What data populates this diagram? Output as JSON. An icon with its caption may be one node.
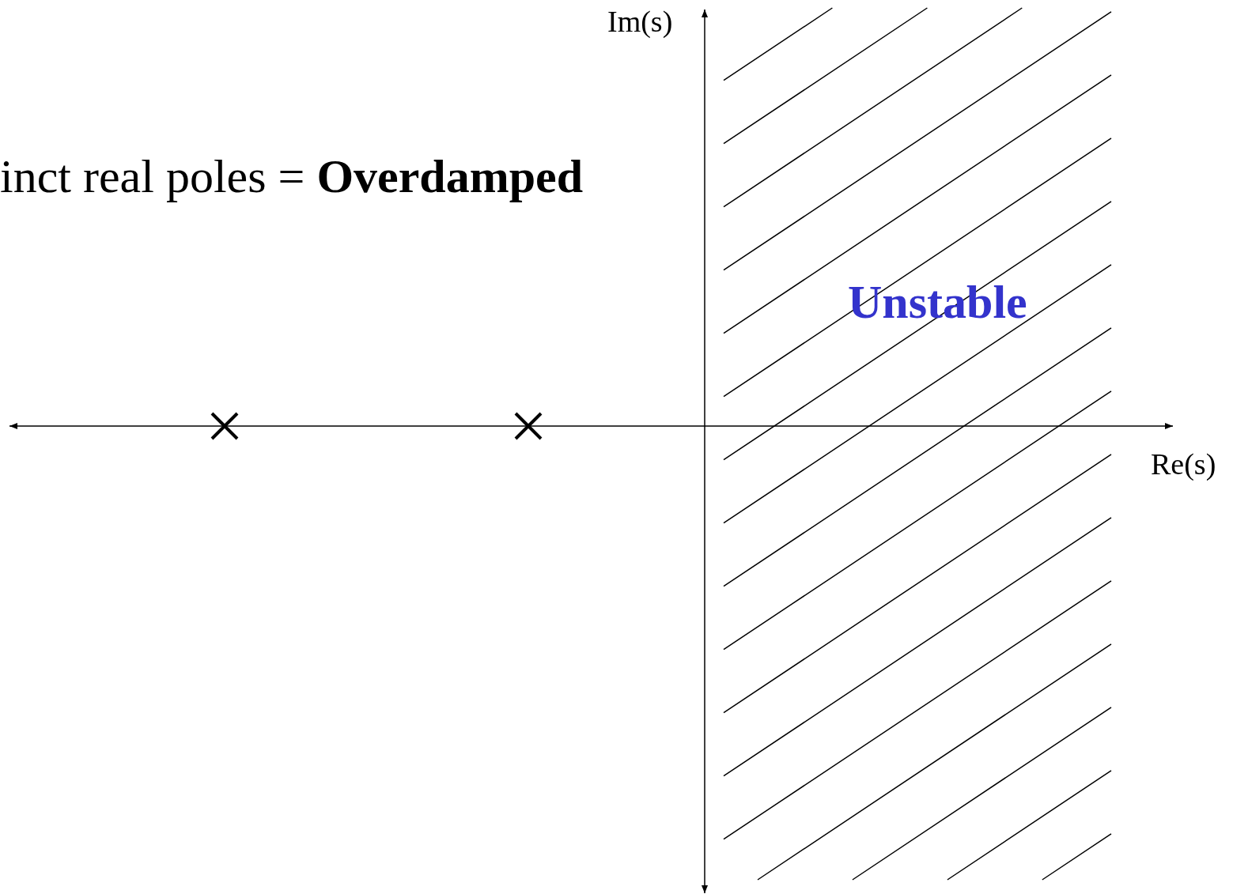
{
  "diagram": {
    "labels": [
      "Im(s)",
      "inct real poles = **Overdamped**",
      "Unstable",
      "Re(s)"
    ]
  }
}
